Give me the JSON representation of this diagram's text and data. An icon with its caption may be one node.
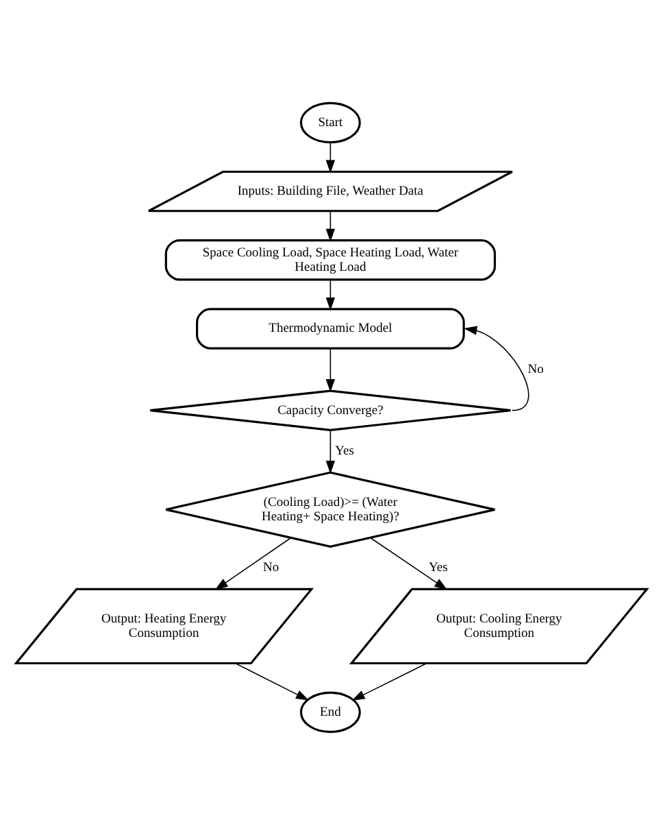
{
  "diagram": {
    "nodes": [
      {
        "text": [
          "Start"
        ]
      },
      {
        "text": [
          "Inputs: Building File, Weather Data"
        ]
      },
      {
        "text": [
          "Space Cooling Load, Space Heating Load, Water Heating Load"
        ]
      },
      {
        "text": [
          "Thermodynamic Model"
        ]
      },
      {
        "text": [
          "Capacity Converge?"
        ]
      },
      {
        "text": [
          "(Cooling Load)>= (Water Heating+ Space Heating)?"
        ]
      },
      {
        "text": [
          "Output: Heating Energy Consumption"
        ]
      },
      {
        "text": [
          "Output: Cooling Energy Consumption"
        ]
      },
      {
        "text": [
          "End"
        ]
      }
    ],
    "edges": [
      {
        "from": 0,
        "to": 1,
        "arrow": "to"
      },
      {
        "from": 1,
        "to": 2,
        "arrow": "to"
      },
      {
        "from": 2,
        "to": 3,
        "arrow": "to"
      },
      {
        "from": 4,
        "to": 3,
        "arrow": "to",
        "label": "No"
      },
      {
        "from": 3,
        "to": 4,
        "arrow": "to"
      },
      {
        "from": 4,
        "to": 5,
        "arrow": "to",
        "label": "Yes"
      },
      {
        "from": 5,
        "to": 6,
        "arrow": "to",
        "label": "No"
      },
      {
        "from": 5,
        "to": 7,
        "arrow": "to",
        "label": "Yes"
      },
      {
        "from": 6,
        "to": 8,
        "arrow": "to"
      },
      {
        "from": 7,
        "to": 8,
        "arrow": "to"
      }
    ]
  }
}
